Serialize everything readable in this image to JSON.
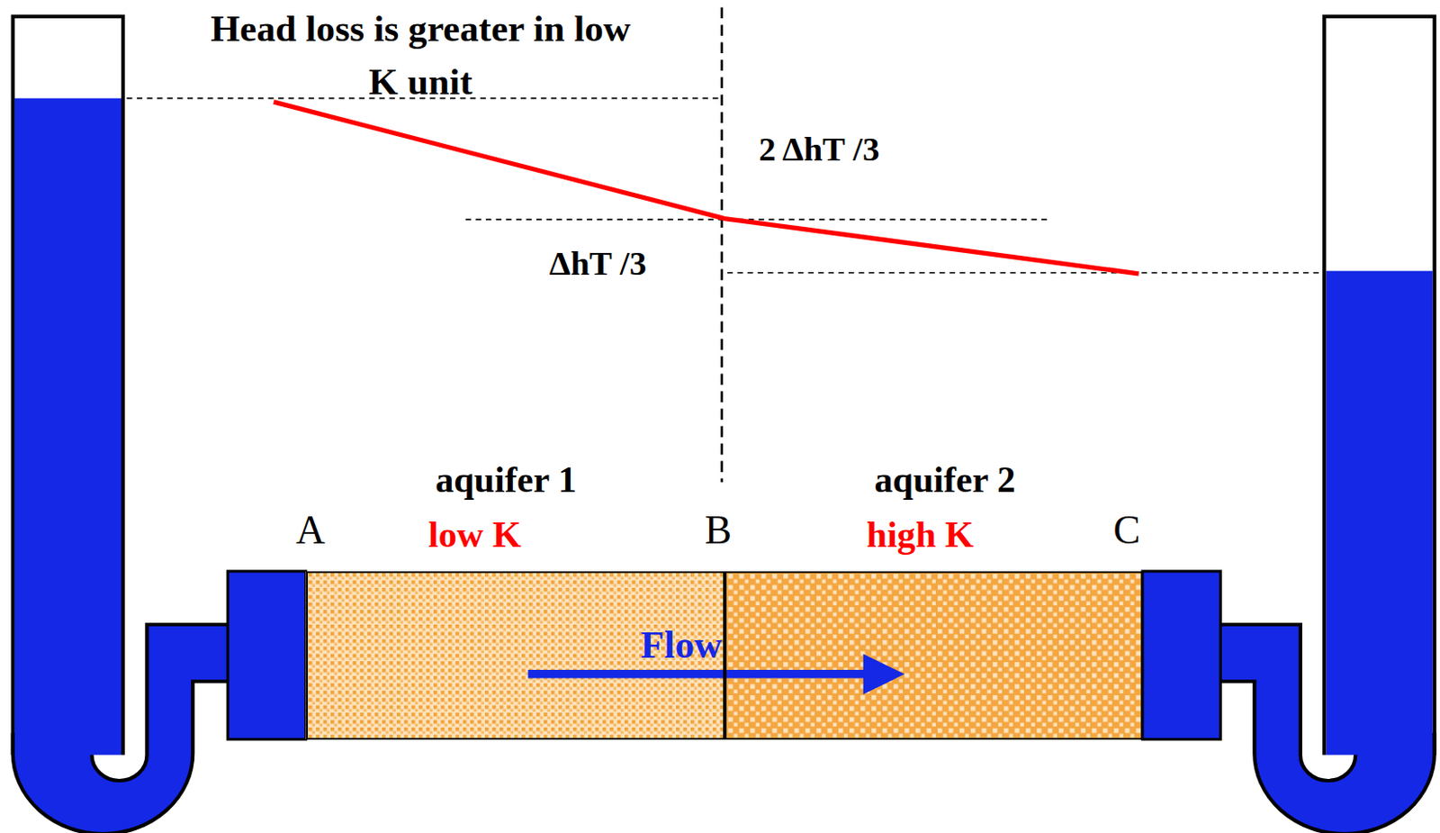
{
  "diagram": {
    "nodes": [
      {
        "text": [
          "aquifer 1",
          "low K"
        ]
      },
      {
        "text": [
          "aquifer 2",
          "high K"
        ]
      }
    ],
    "labels": [
      "Head loss is greater in low K unit",
      "2 ΔhT /3",
      "ΔhT /3",
      "A",
      "B",
      "C",
      "Flow"
    ]
  }
}
